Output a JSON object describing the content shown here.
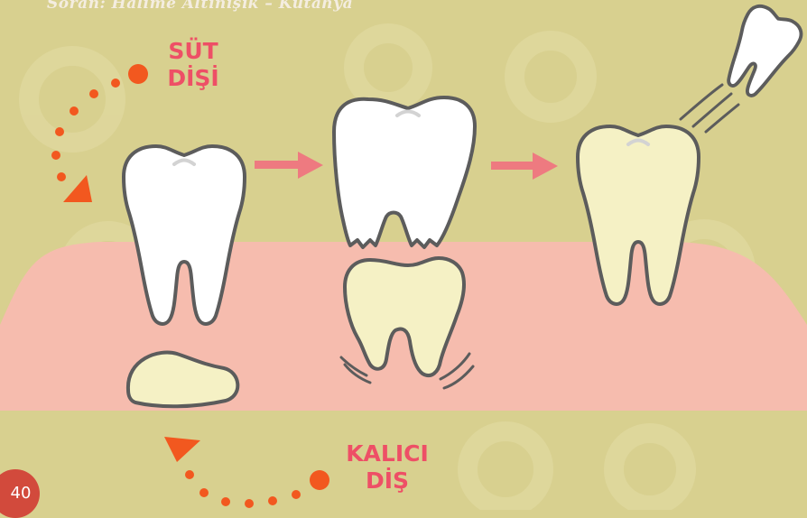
{
  "credit": "Soran: Halime Altınışık – Kütahya",
  "labels": {
    "primary_tooth_line1": "SÜT",
    "primary_tooth_line2": "DİŞİ",
    "permanent_tooth_line1": "KALICI",
    "permanent_tooth_line2": "DİŞ"
  },
  "page_number": "40",
  "colors": {
    "background": "#d8d08f",
    "gum": "#f6bcae",
    "tooth_white": "#ffffff",
    "tooth_cream": "#f5f1c5",
    "outline": "#5c5c5c",
    "accent": "#ee4f66",
    "arrow": "#ee7a80",
    "dots": "#f2581f"
  }
}
